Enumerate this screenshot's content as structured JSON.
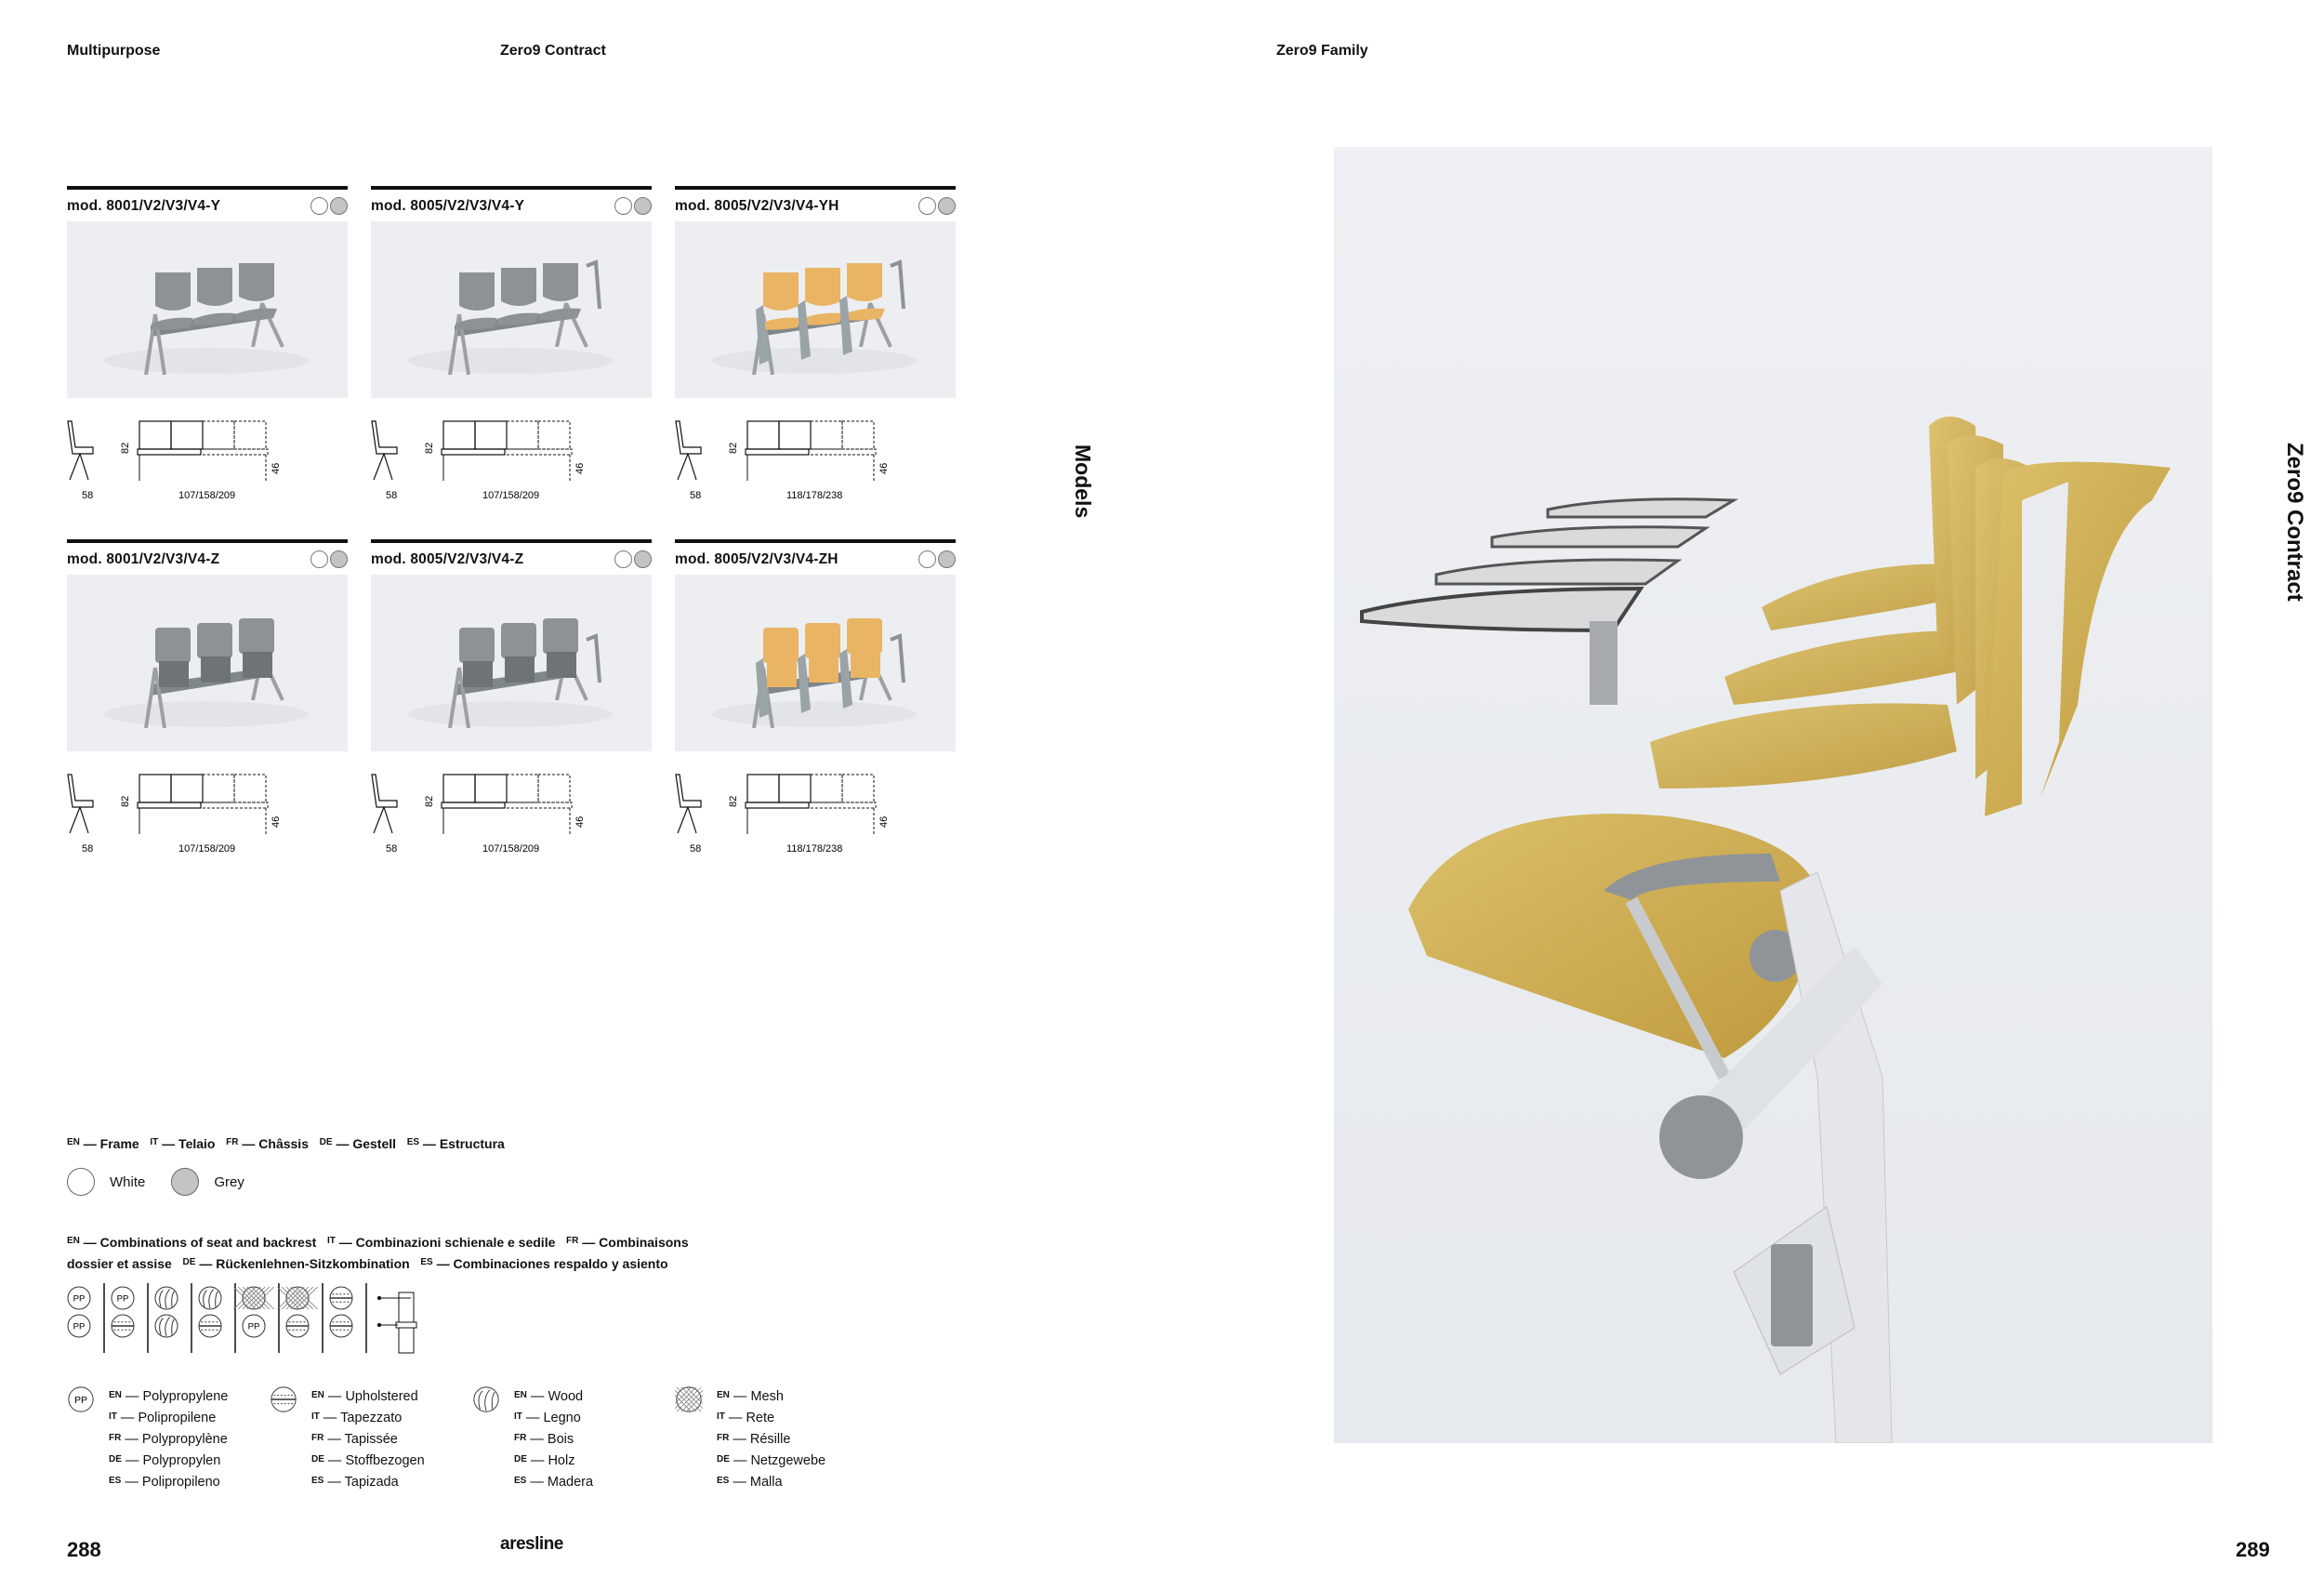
{
  "header": {
    "left": "Multipurpose",
    "center": "Zero9 Contract",
    "right": "Zero9 Family"
  },
  "side_labels": {
    "models": "Models",
    "product_line": "Zero9 Contract"
  },
  "models": [
    {
      "title": "mod. 8001/V2/V3/V4-Y",
      "finish": "grey",
      "height": "82",
      "seat_height": "46",
      "depth": "58",
      "widths": "107/158/209"
    },
    {
      "title": "mod. 8005/V2/V3/V4-Y",
      "finish": "grey",
      "height": "82",
      "seat_height": "46",
      "depth": "58",
      "widths": "107/158/209"
    },
    {
      "title": "mod. 8005/V2/V3/V4-YH",
      "finish": "wood",
      "height": "82",
      "seat_height": "46",
      "depth": "58",
      "widths": "118/178/238"
    },
    {
      "title": "mod. 8001/V2/V3/V4-Z",
      "finish": "grey",
      "height": "82",
      "seat_height": "46",
      "depth": "58",
      "widths": "107/158/209"
    },
    {
      "title": "mod. 8005/V2/V3/V4-Z",
      "finish": "grey",
      "height": "82",
      "seat_height": "46",
      "depth": "58",
      "widths": "107/158/209"
    },
    {
      "title": "mod. 8005/V2/V3/V4-ZH",
      "finish": "wood",
      "height": "82",
      "seat_height": "46",
      "depth": "58",
      "widths": "118/178/238"
    }
  ],
  "frame": {
    "labels": [
      {
        "lang": "EN",
        "text": "— Frame"
      },
      {
        "lang": "IT",
        "text": "— Telaio"
      },
      {
        "lang": "FR",
        "text": "— Châssis"
      },
      {
        "lang": "DE",
        "text": "— Gestell"
      },
      {
        "lang": "ES",
        "text": "— Estructura"
      }
    ],
    "colors": [
      {
        "name": "White",
        "hex": "#ffffff"
      },
      {
        "name": "Grey",
        "hex": "#c4c4c4"
      }
    ]
  },
  "combinations": {
    "line1": [
      {
        "lang": "EN",
        "text": "— Combinations of seat and backrest"
      },
      {
        "lang": "IT",
        "text": "— Combinazioni schienale e sedile"
      },
      {
        "lang": "FR",
        "text": "— Combinaisons"
      }
    ],
    "line1_cont": "dossier et assise",
    "line2": [
      {
        "lang": "DE",
        "text": "— Rückenlehnen-Sitzkombination"
      },
      {
        "lang": "ES",
        "text": "— Combinaciones respaldo y asiento"
      }
    ],
    "pairs": [
      [
        "pp",
        "pp"
      ],
      [
        "pp",
        "upholstered"
      ],
      [
        "wood",
        "wood"
      ],
      [
        "wood",
        "upholstered"
      ],
      [
        "mesh",
        "pp"
      ],
      [
        "mesh",
        "upholstered"
      ],
      [
        "upholstered",
        "upholstered"
      ]
    ],
    "pp_label": "PP"
  },
  "materials": [
    {
      "icon": "pp",
      "lines": [
        {
          "lang": "EN",
          "text": "— Polypropylene"
        },
        {
          "lang": "IT",
          "text": "— Polipropilene"
        },
        {
          "lang": "FR",
          "text": "— Polypropylène"
        },
        {
          "lang": "DE",
          "text": "— Polypropylen"
        },
        {
          "lang": "ES",
          "text": "— Polipropileno"
        }
      ]
    },
    {
      "icon": "upholstered",
      "lines": [
        {
          "lang": "EN",
          "text": "— Upholstered"
        },
        {
          "lang": "IT",
          "text": "— Tapezzato"
        },
        {
          "lang": "FR",
          "text": "— Tapissée"
        },
        {
          "lang": "DE",
          "text": "— Stoffbezogen"
        },
        {
          "lang": "ES",
          "text": "— Tapizada"
        }
      ]
    },
    {
      "icon": "wood",
      "lines": [
        {
          "lang": "EN",
          "text": "— Wood"
        },
        {
          "lang": "IT",
          "text": "— Legno"
        },
        {
          "lang": "FR",
          "text": "— Bois"
        },
        {
          "lang": "DE",
          "text": "— Holz"
        },
        {
          "lang": "ES",
          "text": "— Madera"
        }
      ]
    },
    {
      "icon": "mesh",
      "lines": [
        {
          "lang": "EN",
          "text": "— Mesh"
        },
        {
          "lang": "IT",
          "text": "— Rete"
        },
        {
          "lang": "FR",
          "text": "— Résille"
        },
        {
          "lang": "DE",
          "text": "— Netzgewebe"
        },
        {
          "lang": "ES",
          "text": "— Malla"
        }
      ]
    }
  ],
  "footer": {
    "page_left": "288",
    "brand": "aresline",
    "page_right": "289"
  },
  "colors": {
    "grey_chair": "#8d9294",
    "wood": "#e9b565",
    "photo_bg": "#eceef1",
    "fabric": "#d4b25a"
  }
}
